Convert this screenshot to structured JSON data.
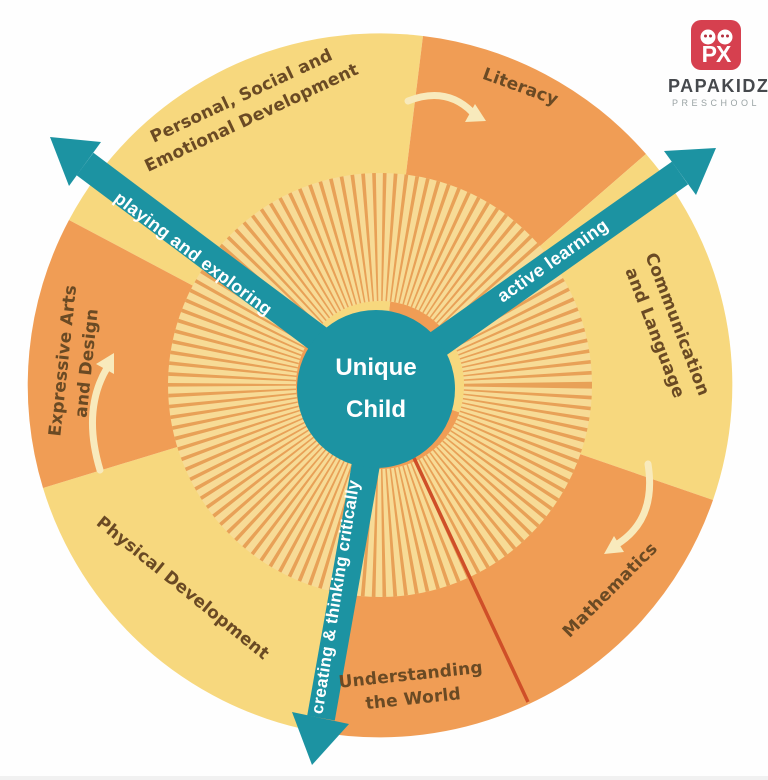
{
  "brand": {
    "name": "PAPAKIDZ",
    "tagline": "PRESCHOOL",
    "monogram": "PX"
  },
  "wheel": {
    "center": "Unique\nChild",
    "segments": {
      "psed": "Personal, Social and\nEmotional Development",
      "literacy": "Literacy",
      "communication": "Communication\nand Language",
      "mathematics": "Mathematics",
      "understanding": "Understanding\nthe World",
      "physical": "Physical Development",
      "expressive": "Expressive Arts\nand Design"
    },
    "prime_areas": {
      "playing": "playing and exploring",
      "active": "active learning",
      "creating": "creating & thinking critically"
    }
  },
  "colors": {
    "teal": "#1c93a2",
    "yellow": "#f7d87e",
    "orange": "#f09d55",
    "hatch_bg": "#f7db96",
    "hatch_line": "#e8a157",
    "cream_arrow": "#f8eabc",
    "divider_red": "#cf4f28",
    "label_brown": "#6a4a24",
    "logo_red": "#d6404f"
  }
}
